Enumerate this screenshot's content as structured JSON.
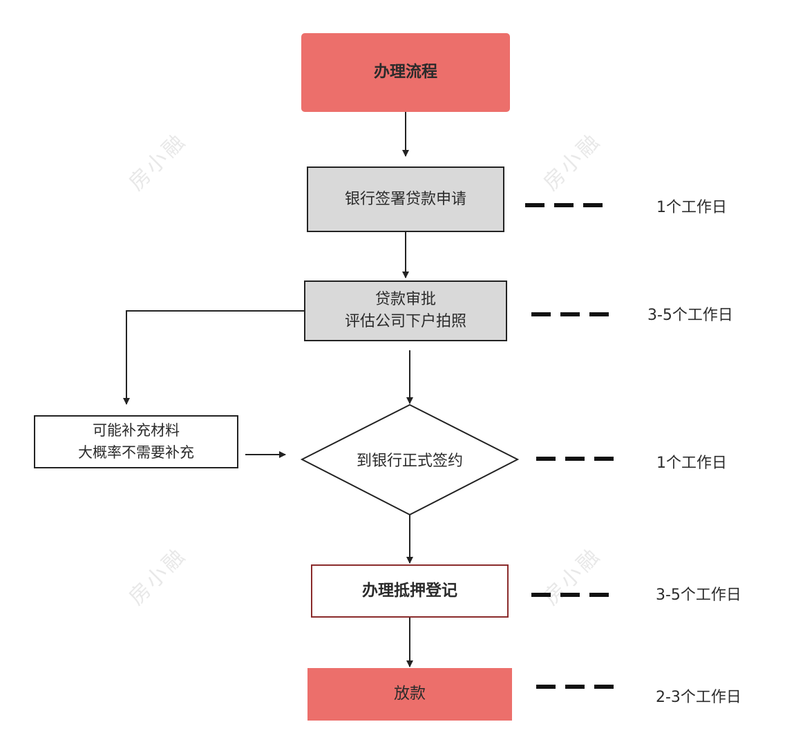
{
  "flow": {
    "title": "办理流程",
    "sign_application": "银行签署贷款申请",
    "approval": [
      "贷款审批",
      "评估公司下户拍照"
    ],
    "supplement": [
      "可能补充材料",
      "大概率不需要补充"
    ],
    "sign_contract": "到银行正式签约",
    "mortgage_registration": "办理抵押登记",
    "disbursement": "放款"
  },
  "durations": {
    "sign_application": "1个工作日",
    "approval": "3-5个工作日",
    "sign_contract": "1个工作日",
    "mortgage_registration": "3-5个工作日",
    "disbursement": "2-3个工作日"
  },
  "watermark": "房小融",
  "colors": {
    "start_end_fill": "#ec6f6b",
    "process_fill": "#d9d9d9",
    "mortgage_border": "#8a2b2b",
    "line": "#222222"
  }
}
